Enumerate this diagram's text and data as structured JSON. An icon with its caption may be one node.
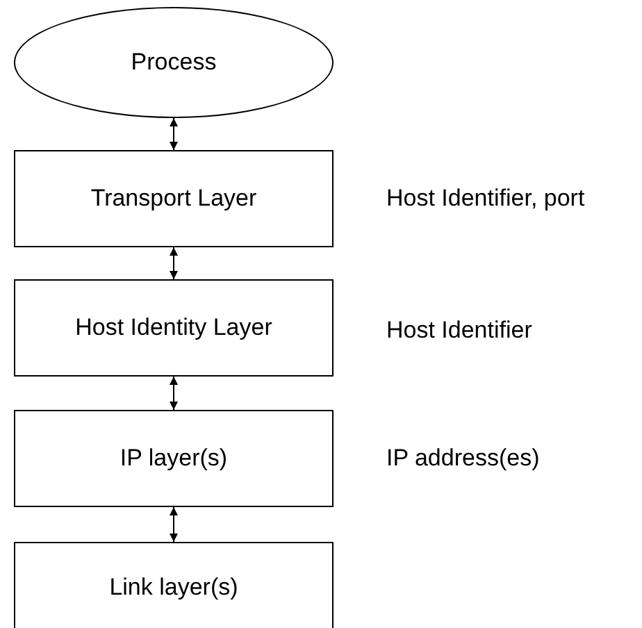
{
  "diagram": {
    "nodes": [
      {
        "text": [
          "Process"
        ]
      },
      {
        "text": [
          "Transport Layer"
        ],
        "beside": [
          "Host Identifier, port"
        ]
      },
      {
        "text": [
          "Host Identity Layer"
        ],
        "beside": [
          "Host Identifier"
        ]
      },
      {
        "text": [
          "IP layer(s)"
        ],
        "beside": [
          "IP address(es)"
        ]
      },
      {
        "text": [
          "Link layer(s)"
        ]
      }
    ],
    "edges": [
      {
        "from": 0,
        "to": 1,
        "arrow": "both"
      },
      {
        "from": 1,
        "to": 2,
        "arrow": "both"
      },
      {
        "from": 2,
        "to": 3,
        "arrow": "both"
      },
      {
        "from": 3,
        "to": 4,
        "arrow": "both"
      }
    ]
  }
}
